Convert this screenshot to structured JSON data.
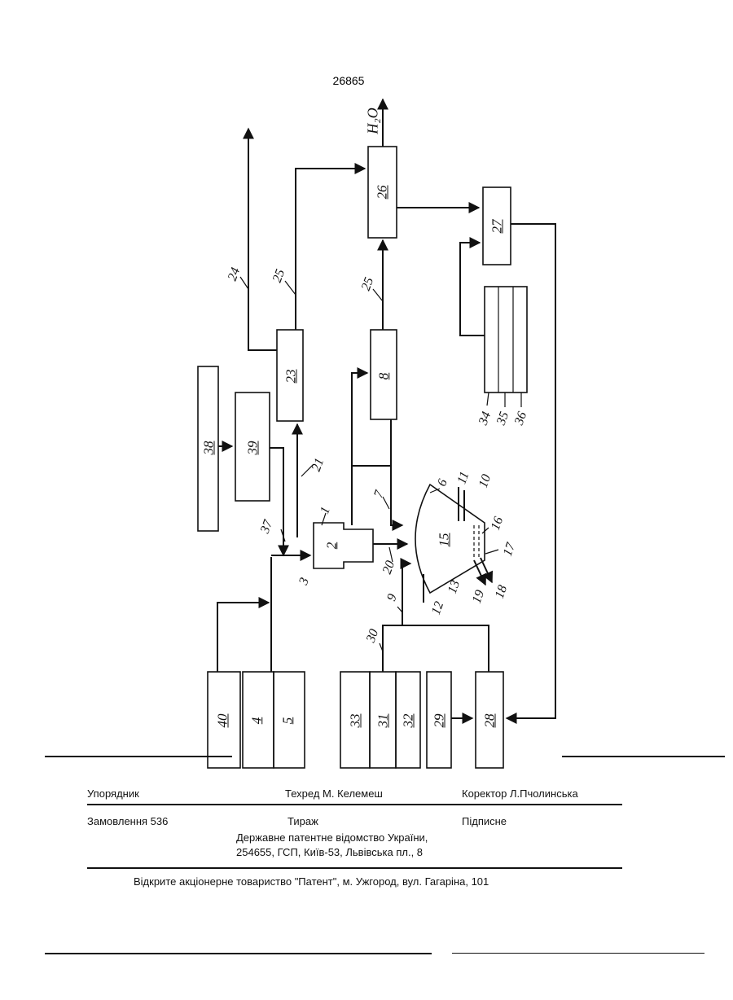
{
  "page_number": "26865",
  "diagram": {
    "output_label": "H₂O",
    "boxes": [
      "40",
      "4",
      "5",
      "38",
      "39",
      "2",
      "23",
      "8",
      "26",
      "27",
      "15",
      "33",
      "31",
      "32",
      "29",
      "28"
    ],
    "callouts": [
      "24",
      "25",
      "25",
      "21",
      "37",
      "3",
      "1",
      "7",
      "6",
      "11",
      "10",
      "16",
      "17",
      "18",
      "19",
      "13",
      "12",
      "20",
      "9",
      "30",
      "34",
      "35",
      "36"
    ]
  },
  "footer": {
    "compiler_label": "Упорядник",
    "techred": "Техред М. Келемеш",
    "corrector": "Коректор Л.Пчолинська",
    "order": "Замовлення 536",
    "circulation": "Тираж",
    "subscription": "Підписне",
    "office_line1": "Державне патентне відомство України,",
    "office_line2": "254655, ГСП, Київ-53, Львівська пл., 8",
    "printer": "Відкрите акціонерне товариство \"Патент\", м. Ужгород, вул. Гагаріна, 101"
  }
}
